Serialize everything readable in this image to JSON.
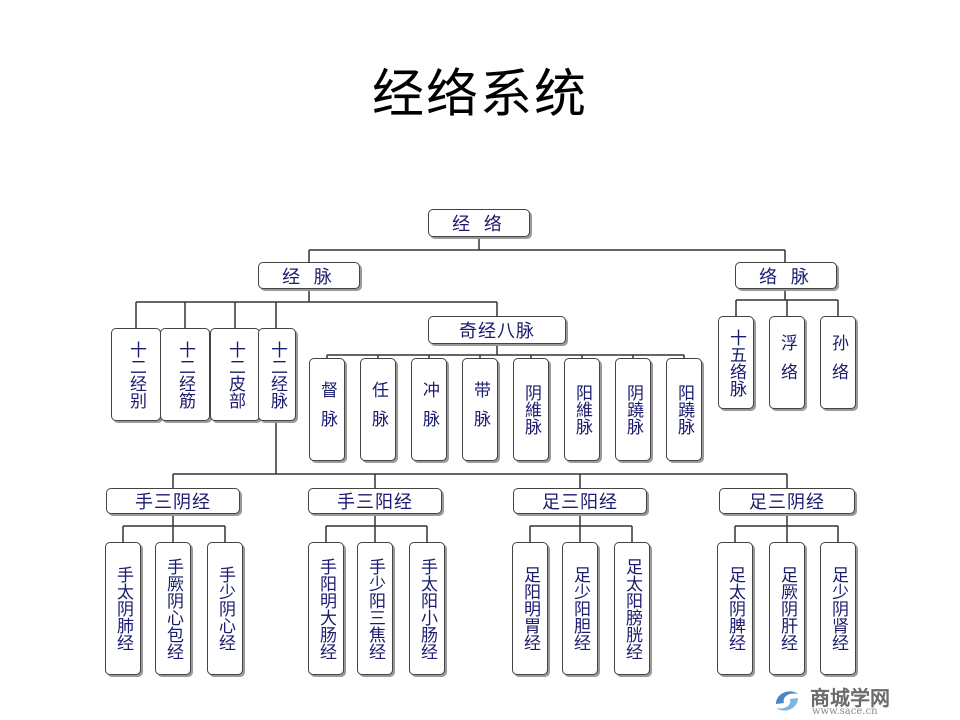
{
  "title": "经络系统",
  "diagram": {
    "root": "经 络",
    "jingmai": "经 脉",
    "luomai": "络 脉",
    "jingmai_children": [
      "十二经别",
      "十二经筋",
      "十二皮部",
      "十二经脉"
    ],
    "qijingbamai": "奇经八脉",
    "qijingbamai_children": [
      "督脉",
      "任脉",
      "冲脉",
      "带脉",
      "阴維脉",
      "阳維脉",
      "阴蹺脉",
      "阳蹺脉"
    ],
    "luomai_children": [
      "十五络脉",
      "浮络",
      "孙络"
    ],
    "twelve_groups": [
      {
        "name": "手三阴经",
        "children": [
          "手太阴肺经",
          "手厥阴心包经",
          "手少阴心经"
        ]
      },
      {
        "name": "手三阳经",
        "children": [
          "手阳明大肠经",
          "手少阳三焦经",
          "手太阳小肠经"
        ]
      },
      {
        "name": "足三阳经",
        "children": [
          "足阳明胃经",
          "足少阳胆经",
          "足太阳膀胱经"
        ]
      },
      {
        "name": "足三阴经",
        "children": [
          "足太阴脾经",
          "足厥阴肝经",
          "足少阴肾经"
        ]
      }
    ]
  },
  "watermark": {
    "name": "商城学网",
    "url": "www.sace.cn"
  },
  "colors": {
    "box_text": "#1a1a6e",
    "line": "#333333"
  }
}
